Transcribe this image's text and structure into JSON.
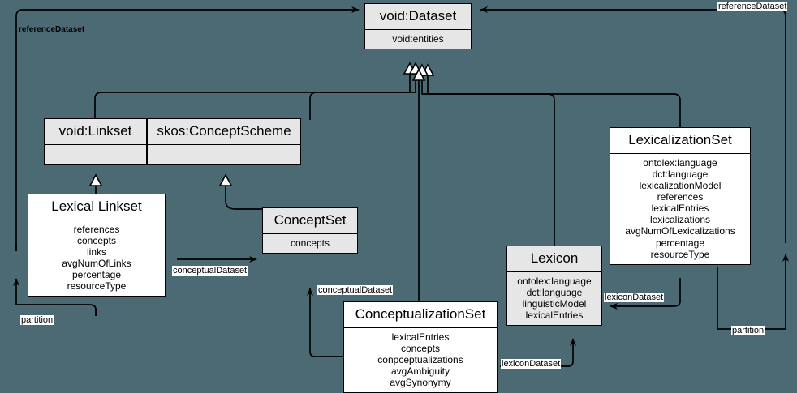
{
  "diagram": {
    "title": "void:Dataset lexical linkset UML class diagram",
    "background_color": "#4c6a74",
    "class_fill_white": "#ffffff",
    "class_fill_gray": "#e6e6e6",
    "line_color": "#000000"
  },
  "classes": [
    {
      "id": "void-dataset",
      "name": "void:Dataset",
      "fill": "gray",
      "attributes": [
        "void:entities"
      ]
    },
    {
      "id": "void-linkset",
      "name": "void:Linkset",
      "fill": "gray",
      "attributes": []
    },
    {
      "id": "skos-conceptscheme",
      "name": "skos:ConceptScheme",
      "fill": "gray",
      "attributes": []
    },
    {
      "id": "lexicalization-set",
      "name": "LexicalizationSet",
      "fill": "white",
      "attributes": [
        "ontolex:language",
        "dct:language",
        "lexicalizationModel",
        "references",
        "lexicalEntries",
        "lexicalizations",
        "avgNumOfLexicalizations",
        "percentage",
        "resourceType"
      ]
    },
    {
      "id": "lexical-linkset",
      "name": "Lexical Linkset",
      "fill": "white",
      "attributes": [
        "references",
        "concepts",
        "links",
        "avgNumOfLinks",
        "percentage",
        "resourceType"
      ]
    },
    {
      "id": "concept-set",
      "name": "ConceptSet",
      "fill": "gray",
      "attributes": [
        "concepts"
      ]
    },
    {
      "id": "lexicon",
      "name": "Lexicon",
      "fill": "gray",
      "attributes": [
        "ontolex:language",
        "dct:language",
        "linguisticModel",
        "lexicalEntries"
      ]
    },
    {
      "id": "conceptualization-set",
      "name": "ConceptualizationSet",
      "fill": "white",
      "attributes": [
        "lexicalEntries",
        "concepts",
        "conpceptualizations",
        "avgAmbiguity",
        "avgSynonymy"
      ]
    }
  ],
  "edge_labels": [
    {
      "id": "reference-dataset-left",
      "text": "referenceDataset"
    },
    {
      "id": "reference-dataset-right",
      "text": "referenceDataset"
    },
    {
      "id": "conceptual-dataset-left",
      "text": "conceptualDataset"
    },
    {
      "id": "conceptual-dataset-mid",
      "text": "conceptualDataset"
    },
    {
      "id": "lexicon-dataset-right",
      "text": "lexiconDataset"
    },
    {
      "id": "lexicon-dataset-bottom",
      "text": "lexiconDataset"
    },
    {
      "id": "partition-left",
      "text": "partition"
    },
    {
      "id": "partition-right",
      "text": "partition"
    }
  ]
}
